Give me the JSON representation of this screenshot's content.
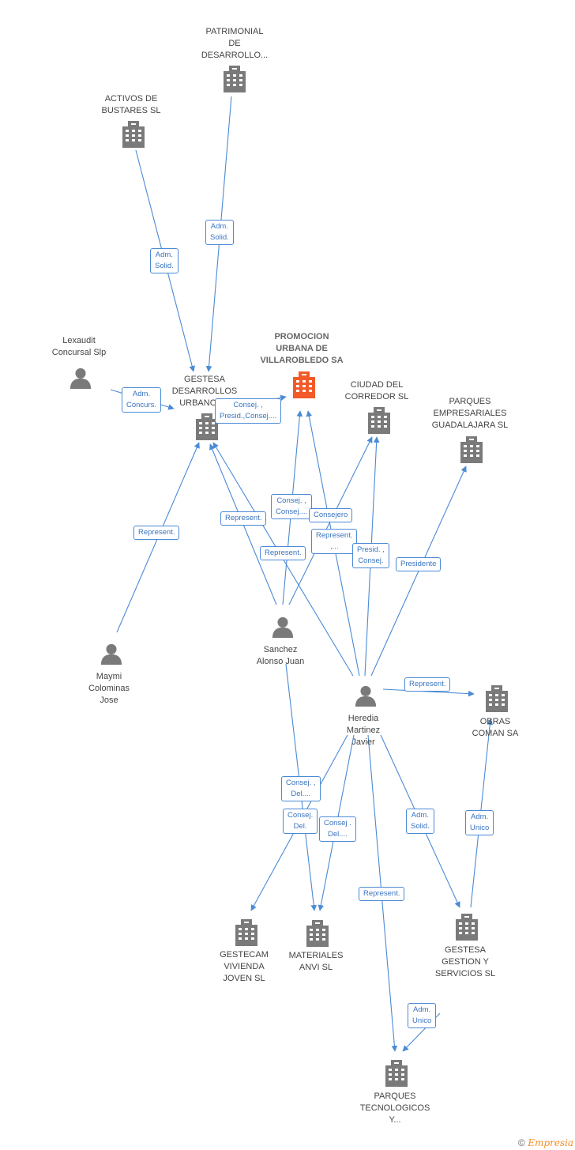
{
  "colors": {
    "edge": "#4a8ad6",
    "company": "#7a7a7a",
    "person": "#7a7a7a",
    "focus": "#f25a2a"
  },
  "nodes": {
    "patrimonial": {
      "label": "PATRIMONIAL\nDE\nDESARROLLO...",
      "kind": "company"
    },
    "activos": {
      "label": "ACTIVOS DE\nBUSTARES SL",
      "kind": "company"
    },
    "promocion": {
      "label": "PROMOCION\nURBANA DE\nVILLAROBLEDO SA",
      "kind": "focus"
    },
    "lexaudit": {
      "label": "Lexaudit\nConcursal Slp",
      "kind": "person"
    },
    "gestesa_desarrollos": {
      "label": "GESTESA\nDESARROLLOS\nURBANOS...",
      "kind": "company"
    },
    "ciudad": {
      "label": "CIUDAD DEL\nCORREDOR SL",
      "kind": "company"
    },
    "parques_emp": {
      "label": "PARQUES\nEMPRESARIALES\nGUADALAJARA SL",
      "kind": "company"
    },
    "maymi": {
      "label": "Maymi\nColominas\nJose",
      "kind": "person"
    },
    "sanchez": {
      "label": "Sanchez\nAlonso Juan",
      "kind": "person"
    },
    "heredia": {
      "label": "Heredia\nMartinez\nJavier",
      "kind": "person"
    },
    "obras": {
      "label": "OBRAS\nCOMAN SA",
      "kind": "company"
    },
    "gestecam": {
      "label": "GESTECAM\nVIVIENDA\nJOVEN SL",
      "kind": "company"
    },
    "materiales": {
      "label": "MATERIALES\nANVI SL",
      "kind": "company"
    },
    "gestesa_gestion": {
      "label": "GESTESA\nGESTION Y\nSERVICIOS SL",
      "kind": "company"
    },
    "parques_tec": {
      "label": "PARQUES\nTECNOLOGICOS\nY...",
      "kind": "company"
    }
  },
  "edges": [
    {
      "from": "patrimonial",
      "to": "gestesa_desarrollos",
      "label": "Adm.\nSolid."
    },
    {
      "from": "activos",
      "to": "gestesa_desarrollos",
      "label": "Adm.\nSolid."
    },
    {
      "from": "lexaudit",
      "to": "gestesa_desarrollos",
      "label": "Adm.\nConcurs."
    },
    {
      "from": "gestesa_desarrollos",
      "to": "promocion",
      "label": "Consej. ,\nPresid.,Consej...."
    },
    {
      "from": "maymi",
      "to": "gestesa_desarrollos",
      "label": "Represent."
    },
    {
      "from": "sanchez",
      "to": "gestesa_desarrollos",
      "label": "Represent."
    },
    {
      "from": "sanchez",
      "to": "promocion",
      "label": "Consej. ,\nConsej...."
    },
    {
      "from": "sanchez",
      "to": "ciudad",
      "label": "Consejero"
    },
    {
      "from": "heredia",
      "to": "gestesa_desarrollos",
      "label": "Represent."
    },
    {
      "from": "heredia",
      "to": "promocion",
      "label": "Represent.\n,..."
    },
    {
      "from": "heredia",
      "to": "ciudad",
      "label": "Presid. ,\nConsej."
    },
    {
      "from": "heredia",
      "to": "parques_emp",
      "label": "Presidente"
    },
    {
      "from": "heredia",
      "to": "obras",
      "label": "Represent."
    },
    {
      "from": "sanchez",
      "to": "materiales",
      "label": "Consej. ,\nDel...."
    },
    {
      "from": "heredia",
      "to": "gestecam",
      "label": "Consej.\nDel."
    },
    {
      "from": "heredia",
      "to": "materiales",
      "label": "Consej .\nDel...."
    },
    {
      "from": "heredia",
      "to": "gestesa_gestion",
      "label": "Adm.\nSolid."
    },
    {
      "from": "heredia",
      "to": "parques_tec",
      "label": "Represent."
    },
    {
      "from": "gestesa_gestion",
      "to": "obras",
      "label": "Adm.\nUnico"
    },
    {
      "from": "gestesa_gestion",
      "to": "parques_tec",
      "label": "Adm.\nUnico"
    }
  ],
  "footer": {
    "copyright": "©",
    "brand": "Empresia"
  }
}
